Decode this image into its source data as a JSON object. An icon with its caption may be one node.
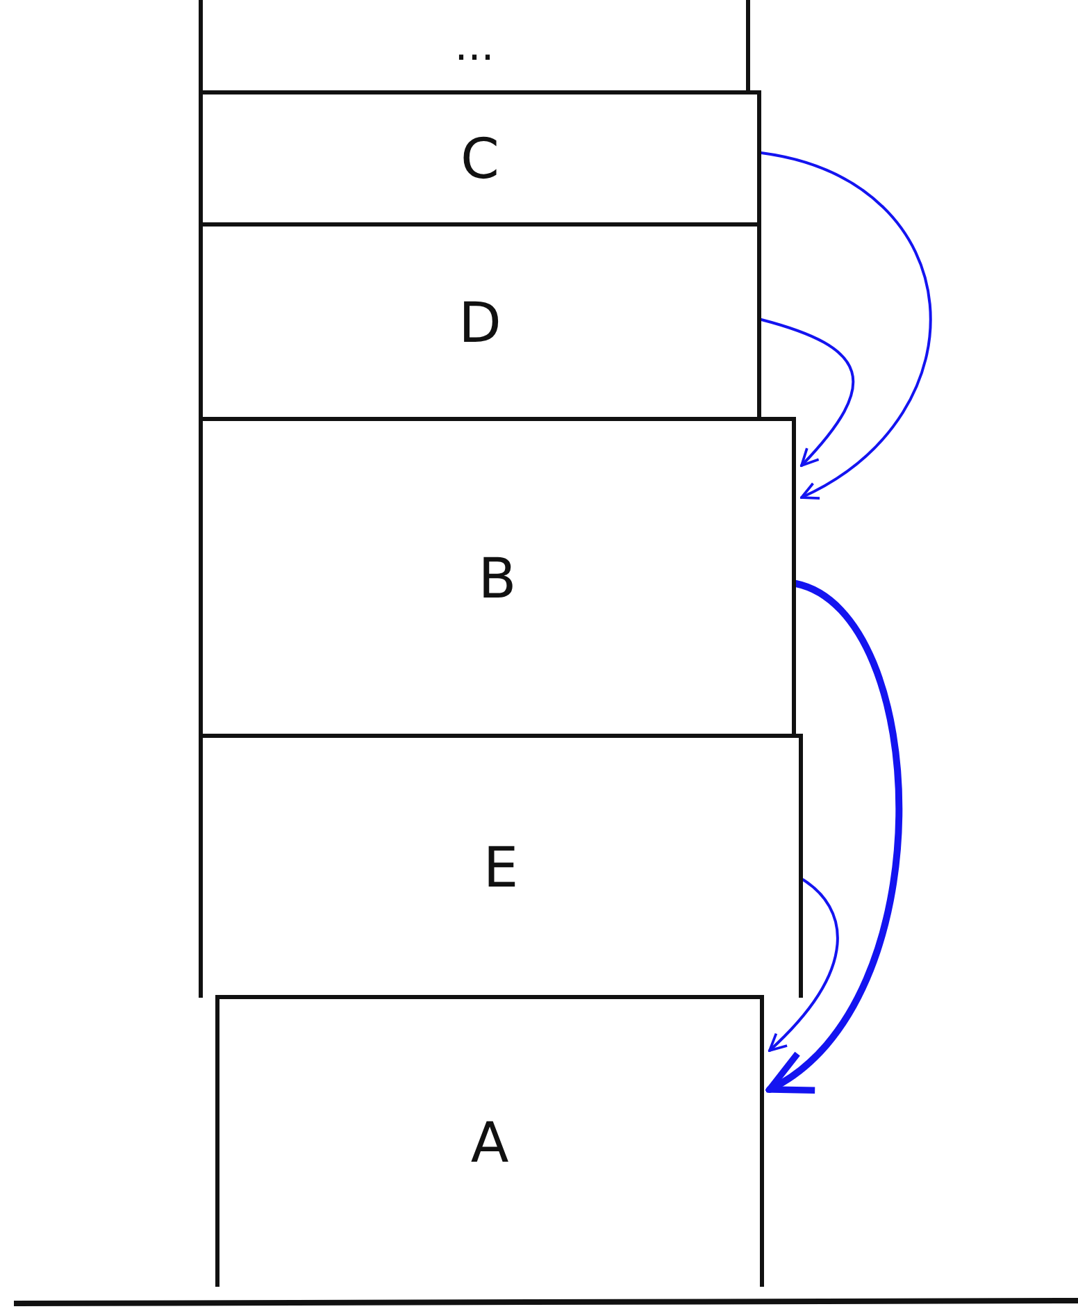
{
  "diagram": {
    "nodes": [
      {
        "text": [
          "..."
        ]
      },
      {
        "text": [
          "C"
        ]
      },
      {
        "text": [
          "D"
        ]
      },
      {
        "text": [
          "B"
        ]
      },
      {
        "text": [
          "E"
        ]
      },
      {
        "text": [
          "A"
        ]
      }
    ],
    "edges": [
      {
        "from": 1,
        "to": 3,
        "arrow": "to"
      },
      {
        "from": 2,
        "to": 3,
        "arrow": "to"
      },
      {
        "from": 3,
        "to": 5,
        "arrow": "to",
        "style": "thick"
      },
      {
        "from": 4,
        "to": 5,
        "arrow": "to"
      }
    ]
  }
}
